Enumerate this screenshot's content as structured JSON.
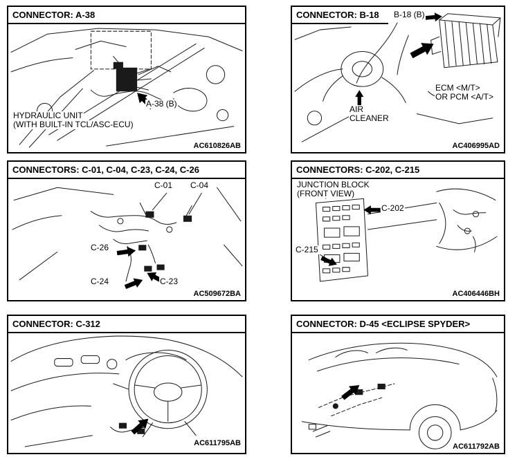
{
  "panels": [
    {
      "title": "CONNECTOR: A-38",
      "code": "AC610826AB",
      "callouts": [
        "A-38 (B)",
        "HYDRAULIC UNIT",
        "(WITH BUILT-IN TCL/ASC-ECU)"
      ]
    },
    {
      "title": "CONNECTOR: B-18",
      "code": "AC406995AD",
      "callouts": [
        "B-18 (B)",
        "ECM <M/T>",
        "OR PCM <A/T>",
        "AIR",
        "CLEANER"
      ]
    },
    {
      "title": "CONNECTORS: C-01, C-04, C-23, C-24, C-26",
      "code": "AC509672BA",
      "callouts": [
        "C-01",
        "C-04",
        "C-26",
        "C-24",
        "C-23"
      ]
    },
    {
      "title": "CONNECTORS: C-202, C-215",
      "code": "AC406446BH",
      "callouts": [
        "JUNCTION BLOCK",
        "(FRONT VIEW)",
        "C-202",
        "C-215"
      ]
    },
    {
      "title": "CONNECTOR: C-312",
      "code": "AC611795AB",
      "callouts": []
    },
    {
      "title": "CONNECTOR: D-45 <ECLIPSE SPYDER>",
      "code": "AC611792AB",
      "callouts": []
    }
  ]
}
